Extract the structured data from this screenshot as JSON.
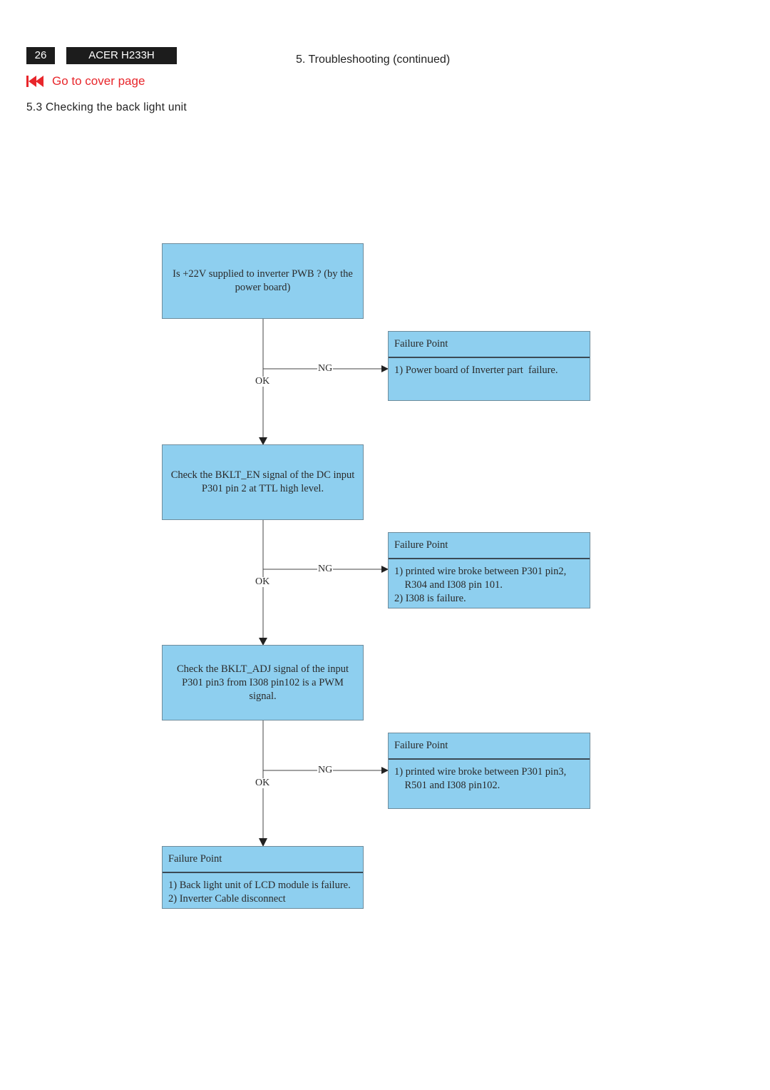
{
  "header": {
    "page_number": "26",
    "model": "ACER H233H",
    "section": "5. Troubleshooting (continued)"
  },
  "nav": {
    "cover_link": "Go to cover page",
    "link_color": "#e8262b"
  },
  "subtitle": "5.3 Checking the back light unit",
  "flowchart": {
    "box_color": "#8ecfef",
    "steps": [
      {
        "text": "Is +22V supplied to inverter PWB ? (by the power board)"
      },
      {
        "text": "Check the BKLT_EN signal of the DC input P301 pin 2 at TTL high level."
      },
      {
        "text": "Check the BKLT_ADJ signal of the input P301 pin3 from I308 pin102 is a PWM signal."
      }
    ],
    "failures": [
      {
        "title": "Failure Point",
        "body": "1) Power board of Inverter part  failure."
      },
      {
        "title": "Failure Point",
        "body": "1) printed wire broke between P301 pin2,\n    R304 and I308 pin 101.\n2) I308 is failure."
      },
      {
        "title": "Failure Point",
        "body": "1) printed wire broke between P301 pin3,\n    R501 and I308 pin102."
      }
    ],
    "final": {
      "title": "Failure Point",
      "body": "1) Back light unit of LCD module is failure.\n2) Inverter Cable disconnect"
    },
    "ng_label": "NG",
    "ok_label": "OK"
  }
}
